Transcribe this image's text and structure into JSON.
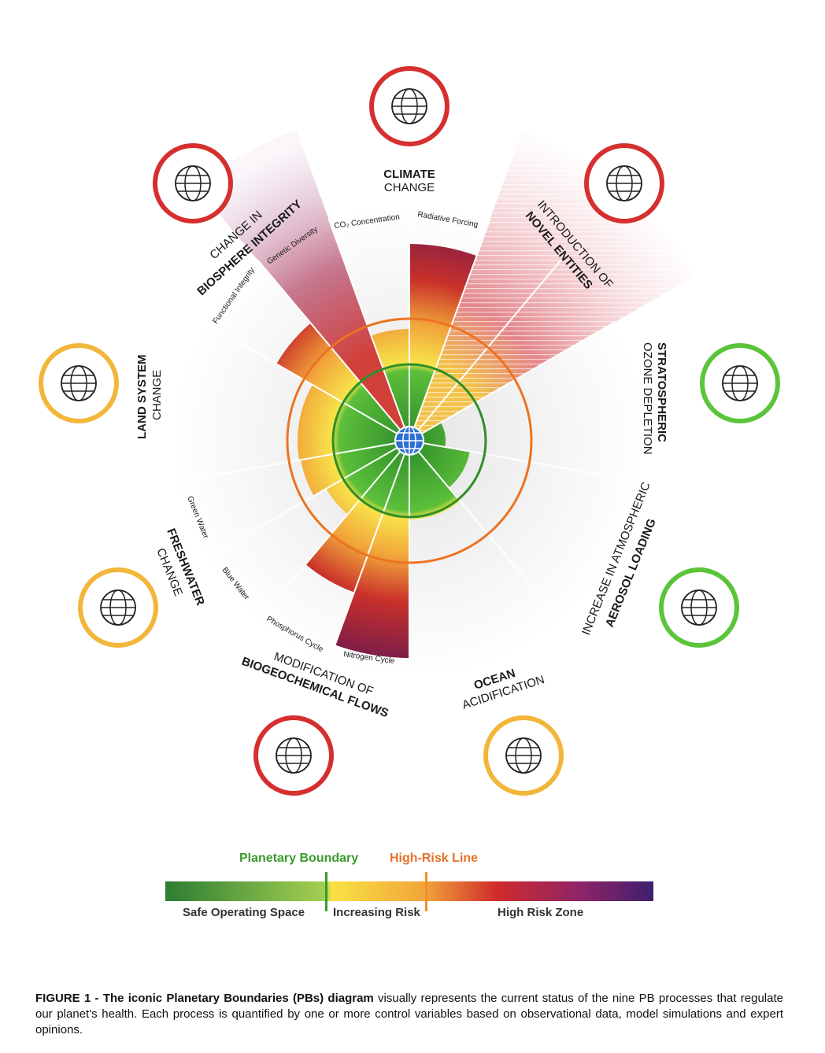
{
  "processes": {
    "climate": {
      "line1": "CLIMATE",
      "line2": "CHANGE",
      "status": "high-risk",
      "color": "#d62f2f"
    },
    "novel": {
      "line1": "INTRODUCTION OF",
      "line2": "NOVEL ENTITIES",
      "status": "high-risk",
      "color": "#d62f2f"
    },
    "ozone": {
      "line1": "STRATOSPHERIC",
      "line2": "OZONE DEPLETION",
      "status": "safe",
      "color": "#5cc43a"
    },
    "aerosol": {
      "line1": "INCREASE IN ATMOSPHERIC",
      "line2": "AEROSOL LOADING",
      "status": "safe",
      "color": "#5cc43a"
    },
    "ocean": {
      "line1": "OCEAN",
      "line2": "ACIDIFICATION",
      "status": "increasing",
      "color": "#f2b63a"
    },
    "biogeo": {
      "line1": "MODIFICATION OF",
      "line2": "BIOGEOCHEMICAL FLOWS",
      "status": "high-risk",
      "color": "#d62f2f"
    },
    "freshwater": {
      "line1": "FRESHWATER",
      "line2": "CHANGE",
      "status": "increasing",
      "color": "#f2b63a"
    },
    "land": {
      "line1": "LAND SYSTEM",
      "line2": "CHANGE",
      "status": "increasing",
      "color": "#f2b63a"
    },
    "biosphere": {
      "line1": "CHANGE IN",
      "line2": "BIOSPHERE INTEGRITY",
      "status": "high-risk",
      "color": "#d62f2f"
    }
  },
  "subvariables": {
    "co2": "CO₂ Concentration",
    "radiative": "Radiative Forcing",
    "genetic": "Genetic Diversity",
    "functional": "Functional Integrity",
    "green_water": "Green Water",
    "blue_water": "Blue Water",
    "phosphorus": "Phosphorus Cycle",
    "nitrogen": "Nitrogen Cycle"
  },
  "legend": {
    "planetary_boundary": "Planetary Boundary",
    "high_risk_line": "High-Risk Line",
    "safe": "Safe Operating Space",
    "increasing": "Increasing Risk",
    "high_risk_zone": "High Risk Zone",
    "colors": {
      "boundary": "#3a9a2e",
      "high_risk": "#e8702a"
    }
  },
  "caption": {
    "bold": "FIGURE 1 - The iconic Planetary Boundaries (PBs) diagram",
    "text": " visually represents the current status of the nine PB processes that regulate our planet's health. Each process is quantified by one or more control variables based on observational data, model simulations and expert opinions."
  }
}
